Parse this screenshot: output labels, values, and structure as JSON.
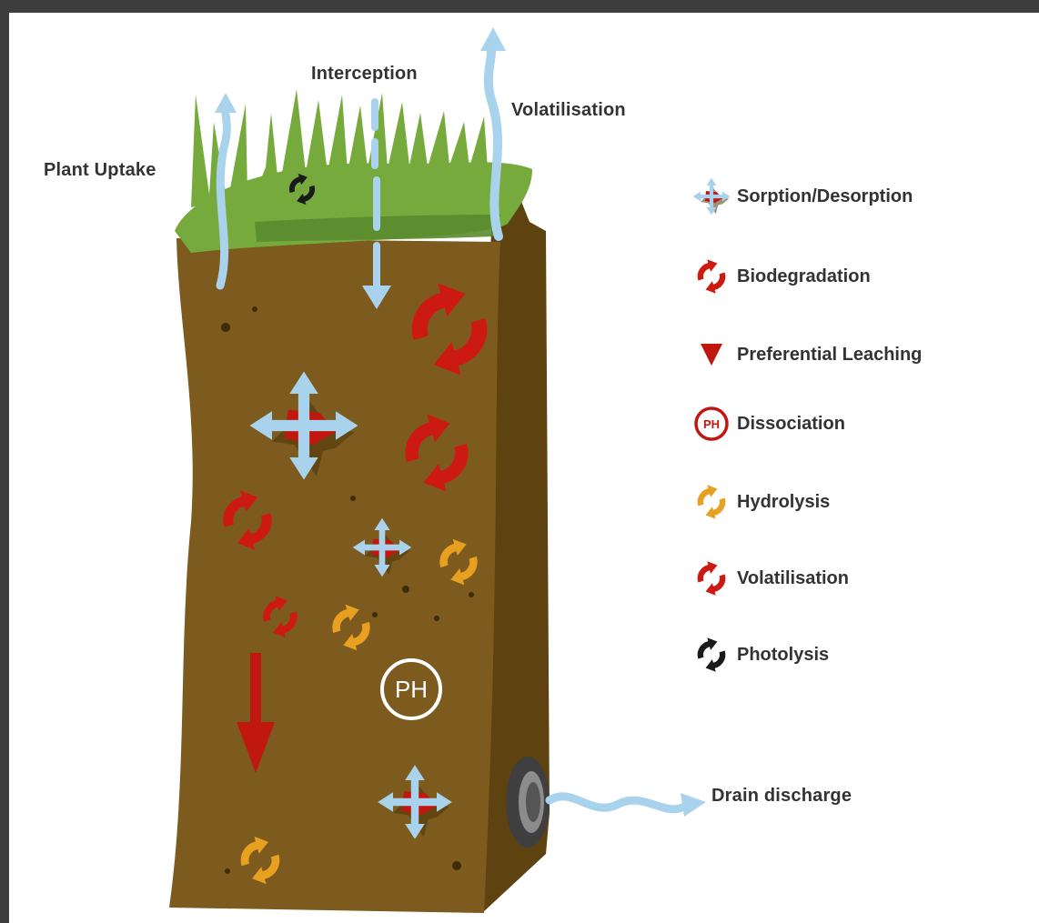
{
  "labels": {
    "interception": "Interception",
    "volatilisation": "Volatilisation",
    "plant_uptake": "Plant Uptake",
    "drain_discharge": "Drain discharge",
    "ph_marker": "PH"
  },
  "legend": [
    {
      "icon": "sorption-cross-icon",
      "label": "Sorption/Desorption"
    },
    {
      "icon": "biodegradation-cycle-icon",
      "label": "Biodegradation",
      "color": "#cc1a12"
    },
    {
      "icon": "leaching-triangle-icon",
      "label": "Preferential Leaching",
      "color": "#c0180f"
    },
    {
      "icon": "ph-circle-icon",
      "label": "Dissociation",
      "text": "PH",
      "color": "#c0180f"
    },
    {
      "icon": "hydrolysis-cycle-icon",
      "label": "Hydrolysis",
      "color": "#e8a020"
    },
    {
      "icon": "volatilisation-cycle-icon",
      "label": "Volatilisation",
      "color": "#cc1a12"
    },
    {
      "icon": "photolysis-cycle-icon",
      "label": "Photolysis",
      "color": "#1a1a1a"
    }
  ],
  "colors": {
    "soil": "#7d5b1e",
    "soil_side": "#5e4310",
    "grass": "#76aa3c",
    "water_arrow": "#a9d3ec",
    "biodegradation": "#cc1a12",
    "hydrolysis": "#e8a020",
    "photolysis": "#1a1a1a"
  }
}
